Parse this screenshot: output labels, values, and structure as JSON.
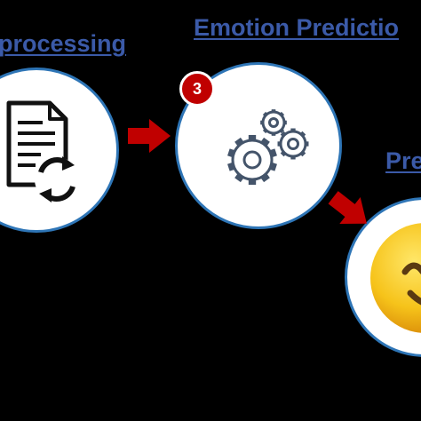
{
  "steps": [
    {
      "title": "processing",
      "icon": "document-refresh-icon"
    },
    {
      "title": "Emotion Predictio",
      "badge": "3",
      "icon": "gears-icon"
    },
    {
      "title": "Pre",
      "icon": "smiling-emoji-icon"
    }
  ],
  "colors": {
    "background": "#000000",
    "title_blue": "#3b5aa8",
    "circle_border": "#2e75b6",
    "badge_red": "#c00000",
    "arrow_red": "#c00000",
    "emoji_yellow": "#f6c31a"
  }
}
